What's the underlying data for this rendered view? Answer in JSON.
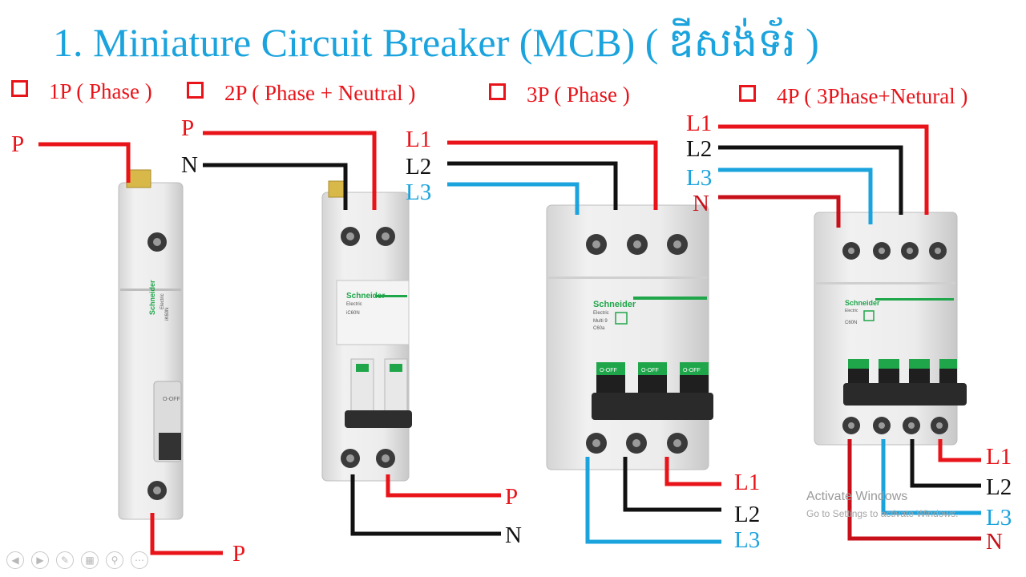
{
  "title": "1. Miniature Circuit Breaker (MCB) ( ឌីសង់ទ័រ )",
  "options": [
    {
      "label": "1P ( Phase )"
    },
    {
      "label": "2P ( Phase + Neutral )"
    },
    {
      "label": "3P ( Phase )"
    },
    {
      "label": "4P ( 3Phase+Netural )"
    }
  ],
  "labels": {
    "p1_in": "P",
    "p1_out": "P",
    "p2_p_in": "P",
    "p2_n_in": "N",
    "p2_p_out": "P",
    "p2_n_out": "N",
    "p3_l1_in": "L1",
    "p3_l2_in": "L2",
    "p3_l3_in": "L3",
    "p3_l1_out": "L1",
    "p3_l2_out": "L2",
    "p3_l3_out": "L3",
    "p4_l1_in": "L1",
    "p4_l2_in": "L2",
    "p4_l3_in": "L3",
    "p4_n_in": "N",
    "p4_l1_out": "L1",
    "p4_l2_out": "L2",
    "p4_l3_out": "L3",
    "p4_n_out": "N"
  },
  "breakers": {
    "brand": "Schneider",
    "brand_sub": "Electric",
    "off_label": "O-OFF",
    "model_1p": "iK60N",
    "model_2p": "iC60N",
    "model_3p_a": "Multi 9",
    "model_3p_b": "C60a",
    "model_4p": "C60N"
  },
  "watermark": {
    "line1": "Activate Windows",
    "line2": "Go to Settings to activate Windows."
  },
  "colors": {
    "title": "#1aa3dd",
    "phase_red": "#e8141a",
    "neutral_black": "#111111",
    "l3_blue": "#1aa3dd",
    "neutral_dark_red": "#c8101a",
    "brand_green": "#1fa64a"
  },
  "toolbar_icons": [
    "prev-icon",
    "next-icon",
    "pen-icon",
    "slides-icon",
    "zoom-icon",
    "more-icon"
  ]
}
